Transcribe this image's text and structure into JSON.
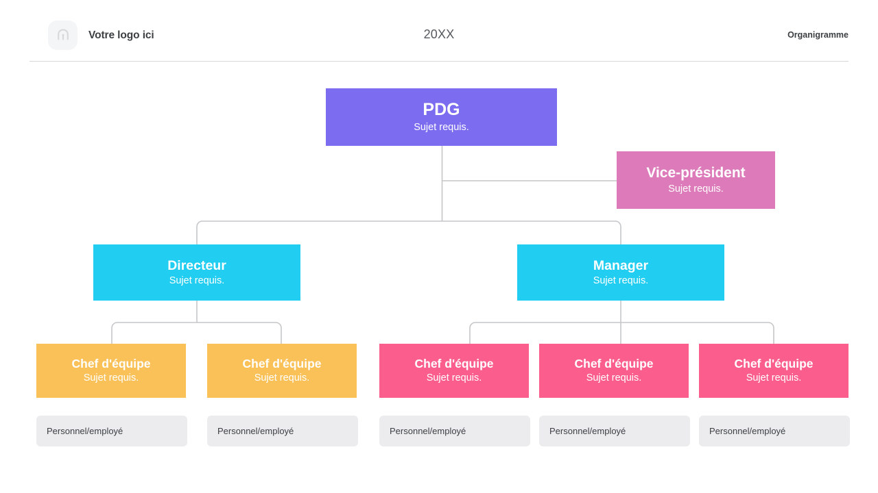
{
  "header": {
    "logo_icon": "rounded-square-m-logo",
    "logo_text": "Votre logo ici",
    "year": "20XX",
    "section_label": "Organigramme"
  },
  "colors": {
    "ceo": "#7c6cf0",
    "vice_president": "#dd7ab9",
    "level2": "#21cdf0",
    "team_lead_amber": "#f9c158",
    "team_lead_pink": "#fb5e8d",
    "staff_box": "#ececee",
    "connector_line": "#c4c6c8",
    "page_background": "#ffffff"
  },
  "chart_data": {
    "type": "org-chart",
    "title": "Organigramme",
    "levels": 4
  },
  "org": {
    "ceo": {
      "title": "PDG",
      "subtitle": "Sujet requis."
    },
    "vice_president": {
      "title": "Vice-président",
      "subtitle": "Sujet requis."
    },
    "level2": [
      {
        "title": "Directeur",
        "subtitle": "Sujet requis."
      },
      {
        "title": "Manager",
        "subtitle": "Sujet requis."
      }
    ],
    "team_leads": [
      {
        "title": "Chef d'équipe",
        "subtitle": "Sujet requis.",
        "color": "amber"
      },
      {
        "title": "Chef d'équipe",
        "subtitle": "Sujet requis.",
        "color": "amber"
      },
      {
        "title": "Chef d'équipe",
        "subtitle": "Sujet requis.",
        "color": "pink"
      },
      {
        "title": "Chef d'équipe",
        "subtitle": "Sujet requis.",
        "color": "pink"
      },
      {
        "title": "Chef d'équipe",
        "subtitle": "Sujet requis.",
        "color": "pink"
      }
    ],
    "staff": [
      {
        "label": "Personnel/employé"
      },
      {
        "label": "Personnel/employé"
      },
      {
        "label": "Personnel/employé"
      },
      {
        "label": "Personnel/employé"
      },
      {
        "label": "Personnel/employé"
      }
    ]
  }
}
